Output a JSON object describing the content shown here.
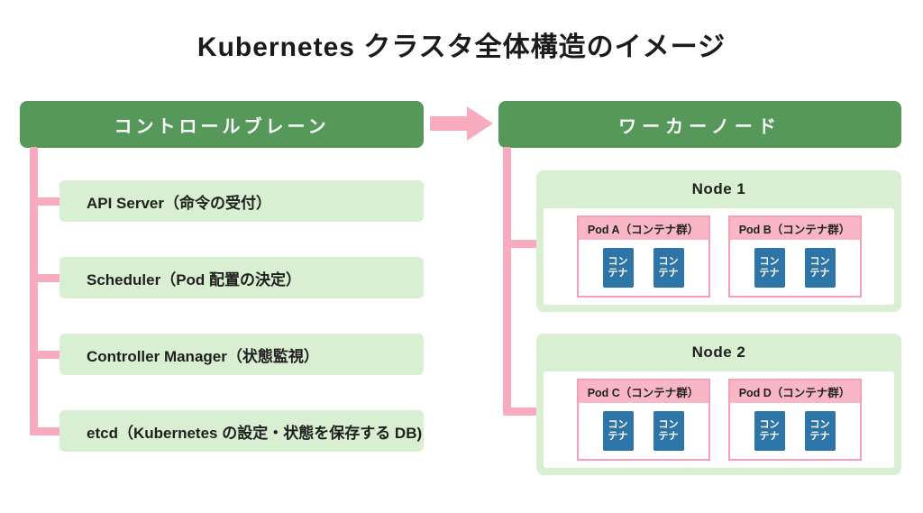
{
  "title": "Kubernetes クラスタ全体構造のイメージ",
  "colors": {
    "header_green": "#56985a",
    "light_green": "#d9efd2",
    "connector_pink": "#f8abbf",
    "pod_header_pink": "#f8b6c6",
    "pod_border_pink": "#f5a0b7",
    "container_blue": "#2d74a7"
  },
  "control_plane": {
    "header": "コントロールブレーン",
    "components": [
      "API Server（命令の受付）",
      "Scheduler（Pod 配置の決定）",
      "Controller Manager（状態監視）",
      "etcd（Kubernetes の設定・状態を保存する DB)"
    ]
  },
  "worker": {
    "header": "ワーカーノード",
    "nodes": [
      {
        "name": "Node 1",
        "pods": [
          {
            "label": "Pod A（コンテナ群）",
            "containers": [
              "コン\nテナ",
              "コン\nテナ"
            ]
          },
          {
            "label": "Pod B（コンテナ群）",
            "containers": [
              "コン\nテナ",
              "コン\nテナ"
            ]
          }
        ]
      },
      {
        "name": "Node 2",
        "pods": [
          {
            "label": "Pod C（コンテナ群）",
            "containers": [
              "コン\nテナ",
              "コン\nテナ"
            ]
          },
          {
            "label": "Pod D（コンテナ群）",
            "containers": [
              "コン\nテナ",
              "コン\nテナ"
            ]
          }
        ]
      }
    ]
  }
}
